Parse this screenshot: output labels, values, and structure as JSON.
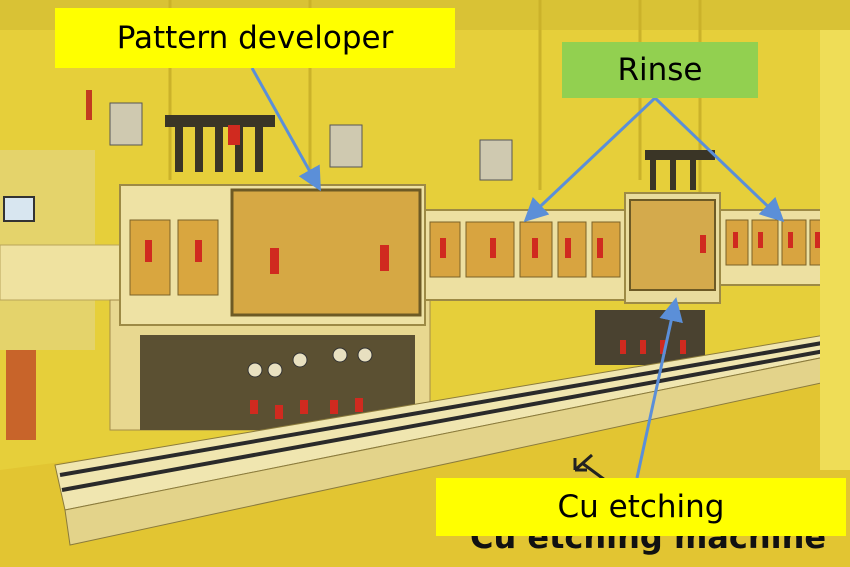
{
  "callouts": {
    "pattern_developer": "Pattern developer",
    "rinse": "Rinse",
    "cu_etching": "Cu etching"
  },
  "caption": {
    "text": "Cu etching machine"
  },
  "colors": {
    "callout_yellow": "#ffff00",
    "callout_green": "#92d050",
    "arrow_blue": "#5b8fd8",
    "room_yellow": "#e8d23a",
    "machine_cream": "#e9dca0"
  }
}
